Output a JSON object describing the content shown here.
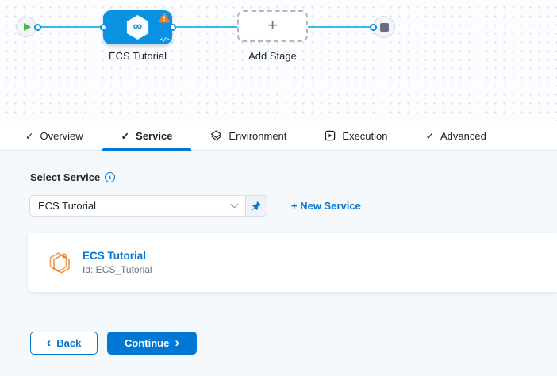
{
  "icons": {
    "check": "✓",
    "plus": "+",
    "infinity": "∞",
    "code": "</>",
    "info": "i",
    "chevron_left": "‹",
    "chevron_right": "›"
  },
  "pipeline": {
    "stage_label": "ECS Tutorial",
    "add_stage_label": "Add Stage"
  },
  "tabs": [
    {
      "label": "Overview",
      "active": false
    },
    {
      "label": "Service",
      "active": true
    },
    {
      "label": "Environment",
      "active": false
    },
    {
      "label": "Execution",
      "active": false
    },
    {
      "label": "Advanced",
      "active": false
    }
  ],
  "service_form": {
    "label": "Select Service",
    "select_value": "ECS Tutorial",
    "new_service_label": "+ New Service"
  },
  "service_card": {
    "title": "ECS Tutorial",
    "id_line": "Id: ECS_Tutorial"
  },
  "footer": {
    "back_label": "Back",
    "continue_label": "Continue"
  },
  "colors": {
    "primary_blue": "#0278D5",
    "stage_node_blue": "#0992E2",
    "connector_blue": "#3AB8EE",
    "warning_orange": "#ED7D27",
    "service_icon_orange": "#EE8A3C",
    "content_background": "#F6F9FC"
  }
}
